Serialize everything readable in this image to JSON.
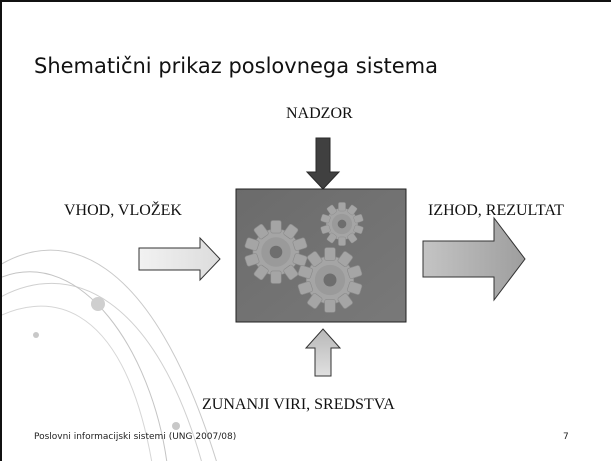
{
  "slide": {
    "title": "Shematični prikaz poslovnega sistema",
    "labels": {
      "control": "NADZOR",
      "input": "VHOD, VLOŽEK",
      "output": "IZHOD, REZULTAT",
      "resources": "ZUNANJI VIRI, SREDSTVA"
    },
    "footer": {
      "course": "Poslovni informacijski sistemi (UNG 2007/08)",
      "page_number": "7"
    }
  },
  "colors": {
    "process_box": "#6e6e6e",
    "gear": "#a5a5a5",
    "control_arrow": "#404040",
    "input_arrow": "#e6e6e6",
    "output_arrow": "#b2b2b2",
    "resources_arrow": "#cfcfcf"
  },
  "icons": [
    "gear-icon",
    "arrow-right-icon",
    "arrow-down-icon",
    "arrow-up-icon"
  ]
}
